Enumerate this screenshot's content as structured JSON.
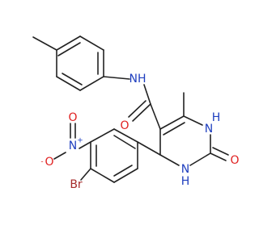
{
  "atoms": {
    "nh_amide": {
      "text": "NH",
      "color": "#1f3fbf"
    },
    "o_carbonyl": {
      "text": "O",
      "color": "#e02020"
    },
    "h_n1": {
      "text": "H",
      "color": "#1f3fbf"
    },
    "n_n1": {
      "text": "N",
      "color": "#1f3fbf"
    },
    "o_urea": {
      "text": "O",
      "color": "#e02020"
    },
    "n_n3": {
      "text": "N",
      "color": "#1f3fbf"
    },
    "h_n3": {
      "text": "H",
      "color": "#1f3fbf"
    },
    "n_nitro": {
      "text": "N",
      "color": "#1f3fbf"
    },
    "n_nitro_charge": {
      "text": "+",
      "color": "#1f3fbf"
    },
    "o_nitro_double": {
      "text": "O",
      "color": "#e02020"
    },
    "o_nitro_single": {
      "text": "O",
      "color": "#e02020"
    },
    "o_nitro_charge": {
      "text": "-",
      "color": "#e02020"
    },
    "br": {
      "text": "Br",
      "color": "#a52a2a"
    }
  },
  "colors": {
    "bond": "#222222",
    "background": "#ffffff"
  }
}
